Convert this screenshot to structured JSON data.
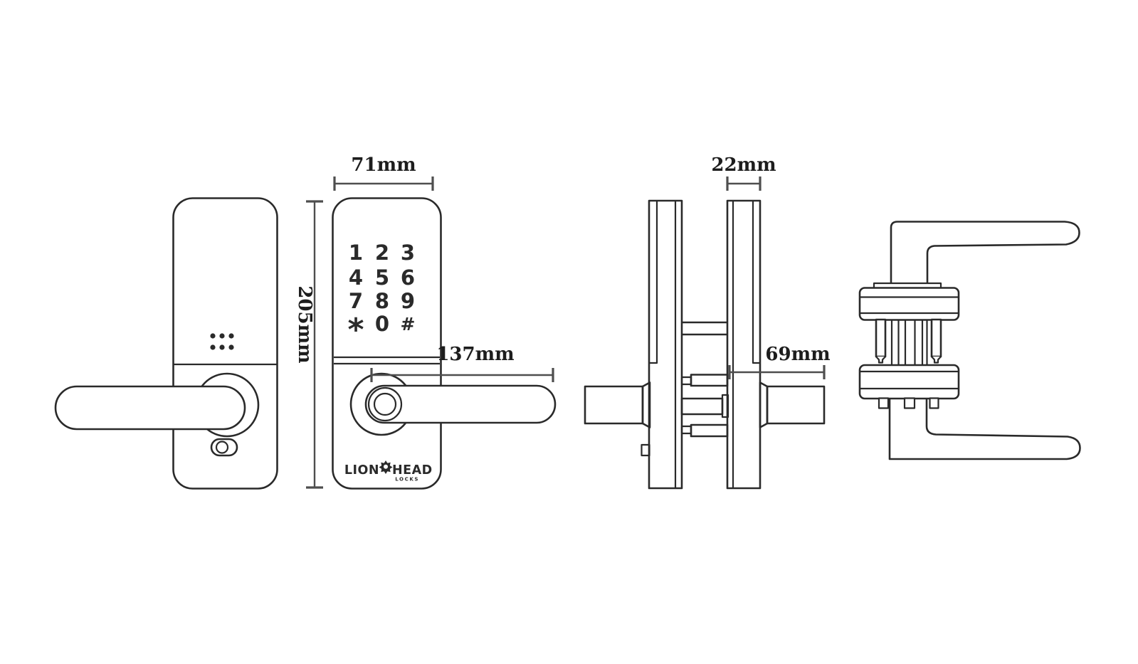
{
  "colors": {
    "background": "#ffffff",
    "line": "#2a2a2a",
    "dimension_line": "#4e4e4e",
    "dimension_text": "#1d1d1d"
  },
  "dims": {
    "height": "205mm",
    "width": "71mm",
    "handle_length": "137mm",
    "thickness": "22mm",
    "projection": "69mm"
  },
  "keypad": {
    "keys": [
      "1",
      "2",
      "3",
      "4",
      "5",
      "6",
      "7",
      "8",
      "9",
      "*",
      "0",
      "#"
    ]
  },
  "logo": {
    "name_left": "LION",
    "name_right": "HEAD",
    "subtitle": "LOCKS"
  }
}
